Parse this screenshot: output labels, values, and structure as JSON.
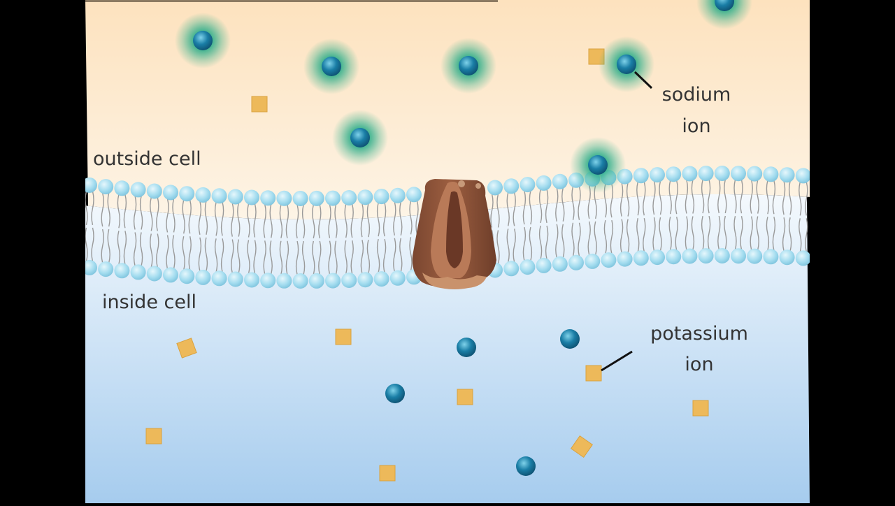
{
  "labels": {
    "outside": "outside cell",
    "inside": "inside cell",
    "sodium": [
      "sodium",
      "ion"
    ],
    "potassium": [
      "potassium",
      "ion"
    ]
  },
  "icons": {
    "sodium": "sodium-ion-icon",
    "potassium": "potassium-ion-icon",
    "channel": "ion-channel-protein-icon"
  },
  "colors": {
    "letterbox": "#000000",
    "outside_top": "#FDE2BE",
    "outside_bottom": "#FDF4E6",
    "inside_top": "#F4F9FD",
    "inside_bottom": "#A6CCEE",
    "ion_core": "#1A7EA6",
    "ion_glow": "#2EAE8A",
    "square": "#EDB95A",
    "lipid_head": "#A3DCEF",
    "channel": "#9C5E40",
    "text": "#333333"
  }
}
